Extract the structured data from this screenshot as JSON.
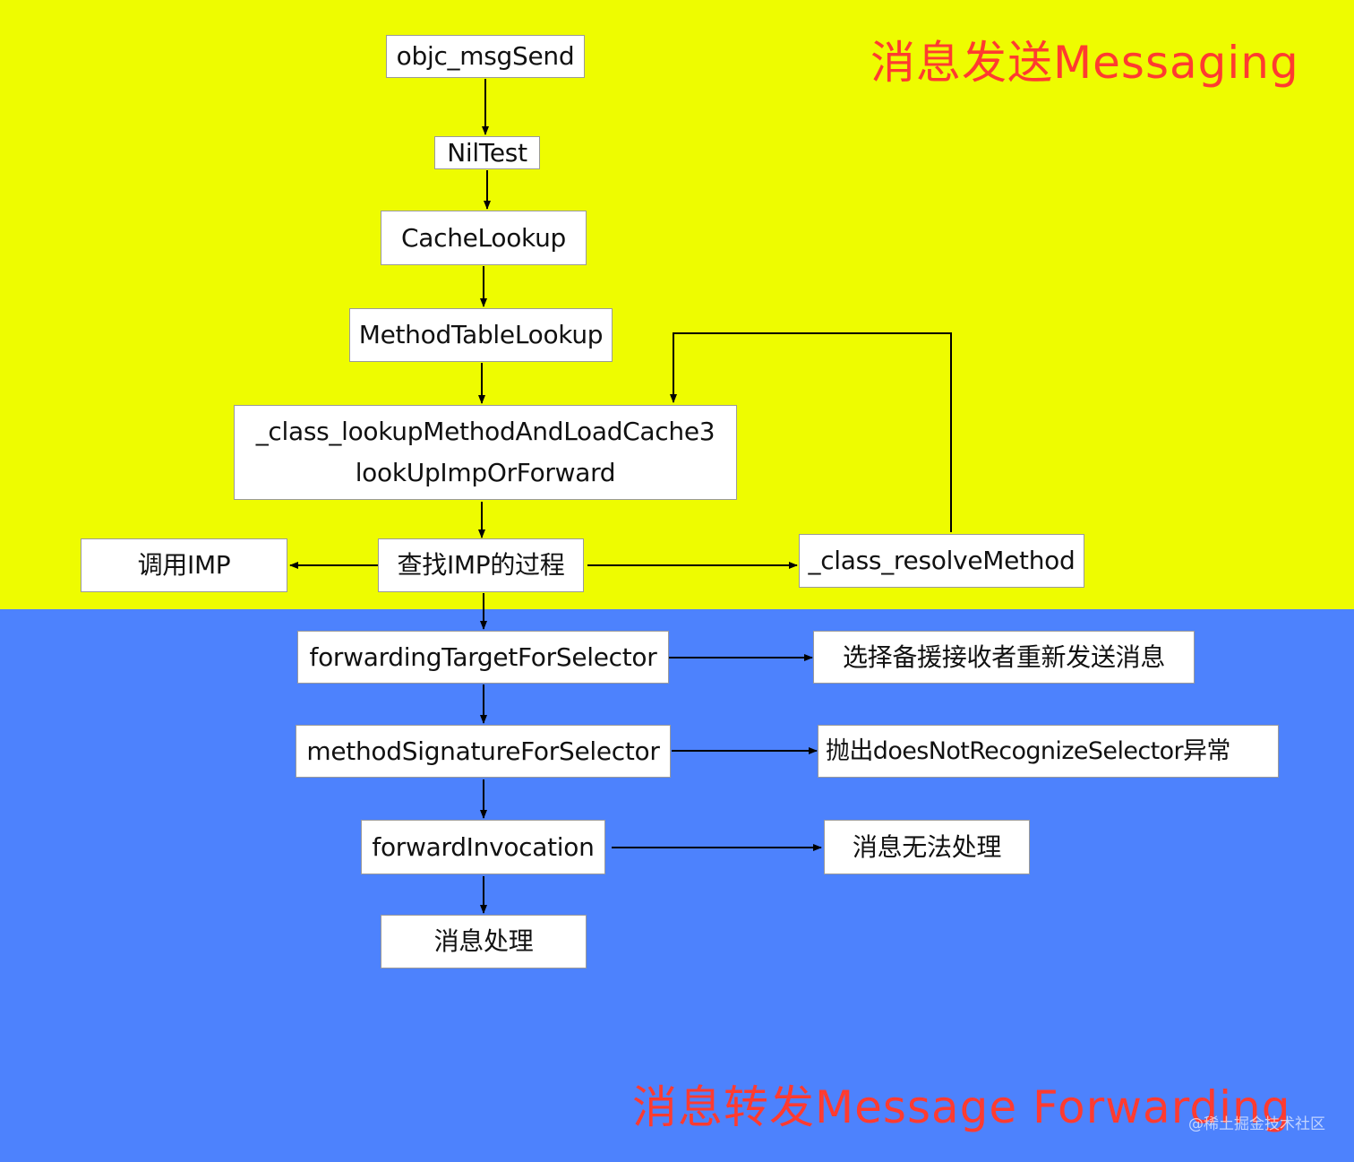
{
  "colors": {
    "top_band": "#eefc00",
    "bottom_band": "#4d82fd",
    "title": "#ff3b30",
    "box": "#ffffff",
    "line": "#000000"
  },
  "titles": {
    "messaging": "消息发送Messaging",
    "forwarding": "消息转发Message Forwarding"
  },
  "nodes": {
    "objc_msgsend": "objc_msgSend",
    "nil_test": "NilTest",
    "cache_lookup": "CacheLookup",
    "method_table_lookup": "MethodTableLookup",
    "class_lookup_line1": "_class_lookupMethodAndLoadCache3",
    "class_lookup_line2": "lookUpImpOrForward",
    "call_imp": "调用IMP",
    "find_imp_process": "查找IMP的过程",
    "class_resolve_method": "_class_resolveMethod",
    "forwarding_target": "forwardingTargetForSelector",
    "choose_backup_receiver": "选择备援接收者重新发送消息",
    "method_signature": "methodSignatureForSelector",
    "throw_exception": "抛出doesNotRecognizeSelector异常",
    "forward_invocation": "forwardInvocation",
    "cannot_handle": "消息无法处理",
    "message_handled": "消息处理"
  },
  "watermark": "@稀土掘金技术社区"
}
